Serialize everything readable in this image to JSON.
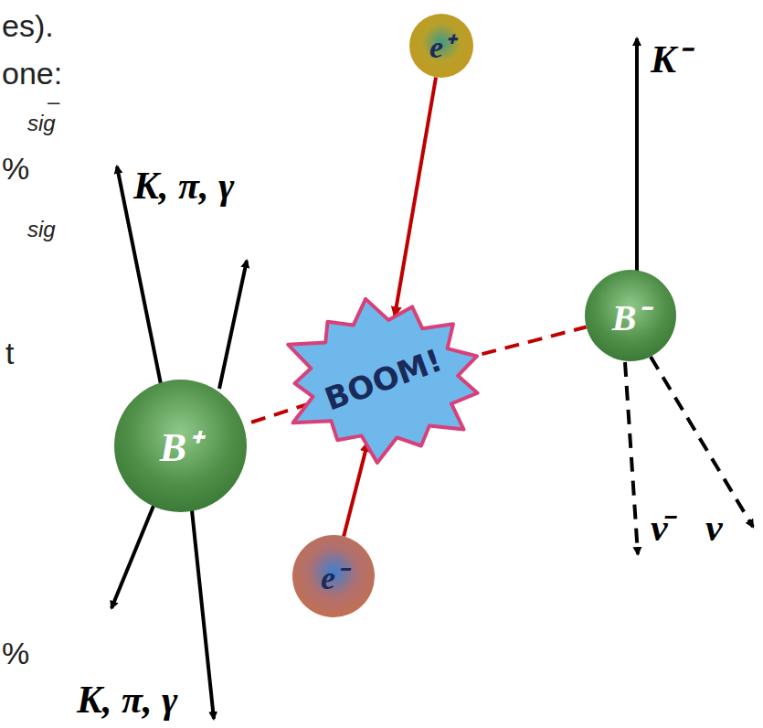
{
  "diagram": {
    "nodes": [
      {
        "text": [
          "e⁺"
        ]
      },
      {
        "text": [
          "B⁻"
        ]
      },
      {
        "text": [
          "BOOM!"
        ]
      },
      {
        "text": [
          "B⁺"
        ]
      },
      {
        "text": [
          "e⁻"
        ]
      }
    ],
    "edges": [
      {
        "from": 0,
        "to": 2,
        "arrow": "to"
      },
      {
        "from": 4,
        "to": 2,
        "arrow": "to"
      },
      {
        "from": 2,
        "to": 1,
        "arrow": "none"
      },
      {
        "from": 2,
        "to": 3,
        "arrow": "none"
      }
    ],
    "labels": [
      "es).",
      "one:",
      "–",
      "sig",
      "%",
      "sig",
      "t",
      "%",
      "K, π, γ",
      "K⁻",
      "ν̄",
      "ν",
      "K, π, γ"
    ]
  }
}
